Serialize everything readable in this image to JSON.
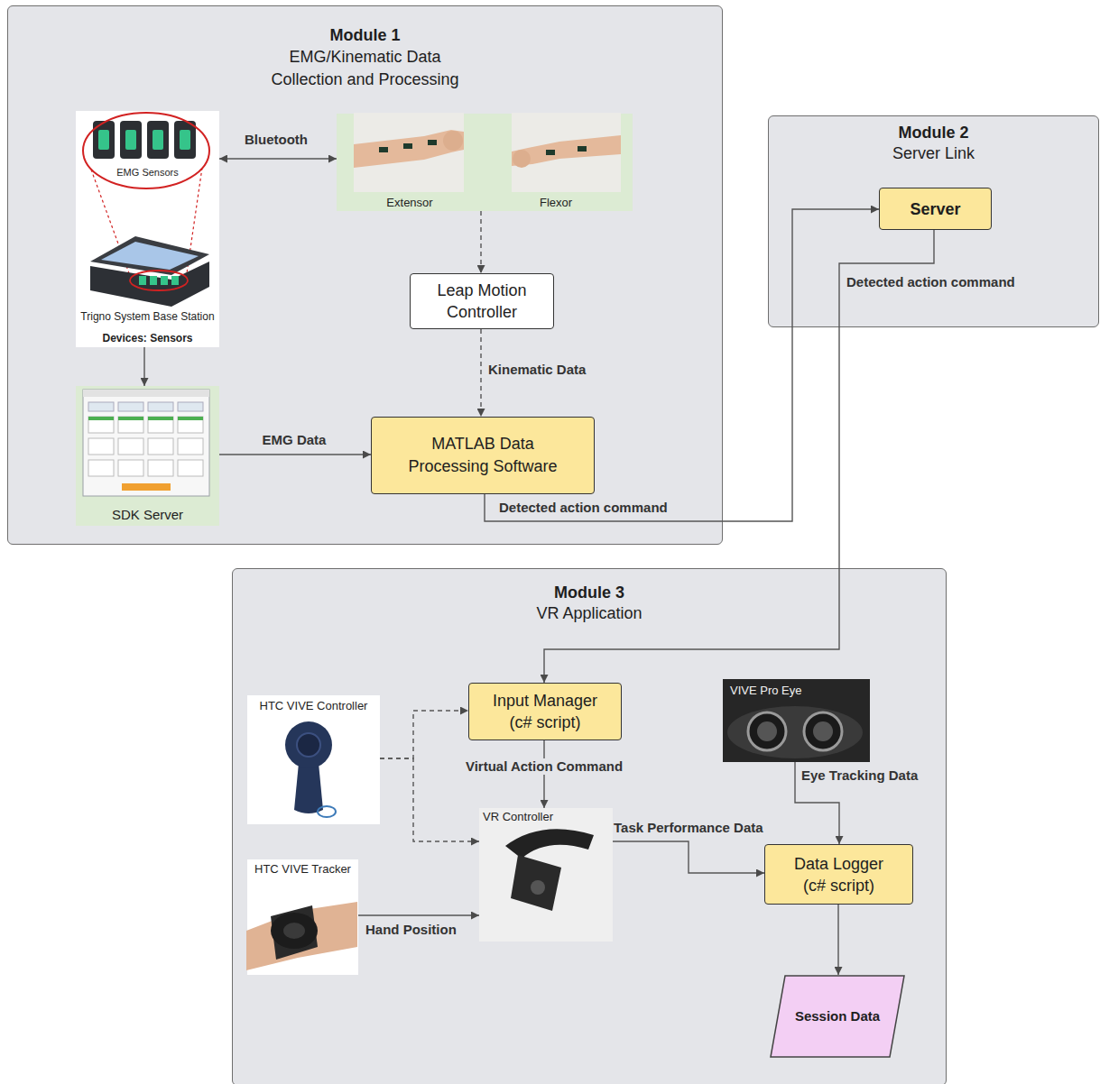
{
  "diagram": {
    "nodes": [
      {
        "text": [
          "Module 1",
          "EMG/Kinematic Data Collection and Processing"
        ]
      },
      {
        "text": [
          "EMG Sensors",
          "Trigno System Base Station",
          "Devices: Sensors"
        ],
        "in": 0
      },
      {
        "text": [
          "Extensor",
          "Flexor"
        ],
        "in": 0
      },
      {
        "text": [
          "Leap Motion Controller"
        ],
        "in": 0
      },
      {
        "text": [
          "SDK Server"
        ],
        "in": 0
      },
      {
        "text": [
          "MATLAB Data Processing Software"
        ],
        "in": 0
      },
      {
        "text": [
          "Module 2",
          "Server Link"
        ]
      },
      {
        "text": [
          "Server"
        ],
        "in": 6
      },
      {
        "text": [
          "Module 3",
          "VR Application"
        ]
      },
      {
        "text": [
          "HTC VIVE Controller"
        ],
        "in": 8
      },
      {
        "text": [
          "Input Manager (c# script)"
        ],
        "in": 8
      },
      {
        "text": [
          "VIVE Pro Eye"
        ],
        "in": 8
      },
      {
        "text": [
          "VR Controller"
        ],
        "in": 8
      },
      {
        "text": [
          "HTC VIVE Tracker"
        ],
        "in": 8
      },
      {
        "text": [
          "Data Logger (c# script)"
        ],
        "in": 8
      },
      {
        "text": [
          "Session Data"
        ],
        "in": 8
      }
    ],
    "edges": [
      {
        "from": 1,
        "to": 2,
        "label": "Bluetooth",
        "arrow": "both"
      },
      {
        "from": 1,
        "to": 4,
        "arrow": "to"
      },
      {
        "from": 2,
        "to": 3,
        "arrow": "to"
      },
      {
        "from": 3,
        "to": 5,
        "label": "Kinematic Data",
        "arrow": "to"
      },
      {
        "from": 4,
        "to": 5,
        "label": "EMG Data",
        "arrow": "to"
      },
      {
        "from": 5,
        "to": 7,
        "label": "Detected action command",
        "arrow": "to"
      },
      {
        "from": 7,
        "to": 10,
        "label": "Detected action command",
        "arrow": "to"
      },
      {
        "from": 9,
        "to": 10,
        "arrow": "to"
      },
      {
        "from": 9,
        "to": 12,
        "arrow": "to"
      },
      {
        "from": 10,
        "to": 12,
        "label": "Virtual Action Command",
        "arrow": "to"
      },
      {
        "from": 13,
        "to": 12,
        "label": "Hand Position",
        "arrow": "to"
      },
      {
        "from": 12,
        "to": 14,
        "label": "Task Performance Data",
        "arrow": "to"
      },
      {
        "from": 11,
        "to": 14,
        "label": "Eye Tracking Data",
        "arrow": "to"
      },
      {
        "from": 14,
        "to": 15,
        "arrow": "to"
      }
    ]
  }
}
